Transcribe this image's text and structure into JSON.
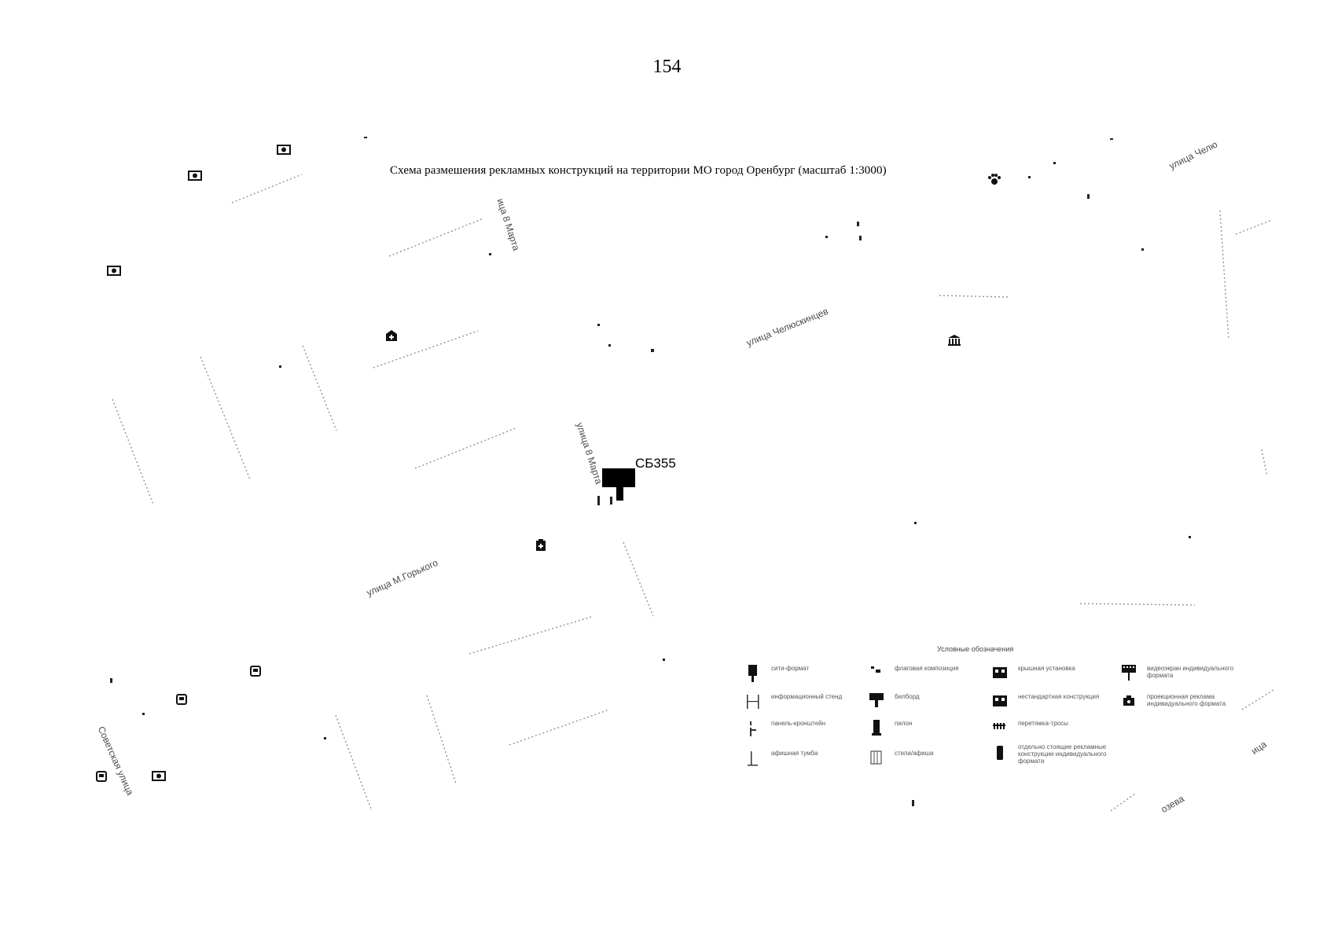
{
  "page_number": "154",
  "map": {
    "title": "Схема размешения рекламных конструкций на территории МО город Оренбург (масштаб 1:3000)",
    "marker": {
      "code": "СБ355"
    },
    "streets": [
      {
        "id": "chelyuskintsev",
        "label": "улица Челюскинцев"
      },
      {
        "id": "gorkogo",
        "label": "улица М.Горького"
      },
      {
        "id": "8marta",
        "label": "улица 8 Марта"
      },
      {
        "id": "8marta-top",
        "label": "ица 8 Марта"
      },
      {
        "id": "sovetskaya",
        "label": "Советская улица"
      },
      {
        "id": "chele-top",
        "label": "улица Челю"
      },
      {
        "id": "kobzeva",
        "label": "озева"
      },
      {
        "id": "kob",
        "label": "ица"
      }
    ],
    "faint_text": [
      "Условные обозначения"
    ]
  },
  "legend": {
    "title": "Условные обозначения",
    "items": [
      {
        "id": "city-format",
        "label": "сити-формат",
        "icon": "city-format-icon"
      },
      {
        "id": "info-stand",
        "label": "информационный стенд",
        "icon": "info-stand-icon"
      },
      {
        "id": "bracket-panel",
        "label": "панель-кронштейн",
        "icon": "bracket-panel-icon"
      },
      {
        "id": "poster-stand",
        "label": "афишная тумба",
        "icon": "poster-stand-icon"
      },
      {
        "id": "flag",
        "label": "флаговая композиция",
        "icon": "flag-icon"
      },
      {
        "id": "billboard",
        "label": "билборд",
        "icon": "billboard-icon"
      },
      {
        "id": "pylon",
        "label": "пилон",
        "icon": "pylon-icon"
      },
      {
        "id": "stele",
        "label": "стела/афиша",
        "icon": "stele-icon"
      },
      {
        "id": "roof",
        "label": "крышная установка",
        "icon": "roof-icon"
      },
      {
        "id": "nonstandard",
        "label": "нестандартная конструкция",
        "icon": "nonstandard-icon"
      },
      {
        "id": "banner-stretch",
        "label": "перетяжка-тросы",
        "icon": "banner-stretch-icon"
      },
      {
        "id": "individual",
        "label": "отдельно стоящие рекламные конструкции индивидуального формата",
        "icon": "individual-icon"
      },
      {
        "id": "video-screen",
        "label": "видеоэкран индивидуального формата",
        "icon": "video-screen-icon"
      },
      {
        "id": "proj-stand",
        "label": "проекционная реклама индивидуального формата",
        "icon": "projection-icon"
      }
    ]
  }
}
